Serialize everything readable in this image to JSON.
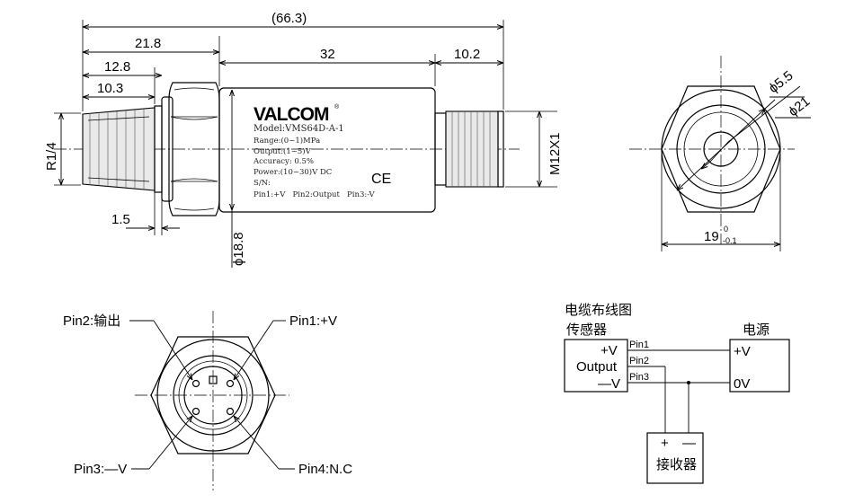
{
  "dimensions": {
    "overall_length": "(66.3)",
    "thread_to_hex_end": "21.8",
    "thread_to_hex_start": "12.8",
    "thread_length": "10.3",
    "body_length": "32",
    "connector_length": "10.2",
    "groove": "1.5",
    "thread_spec": "R1/4",
    "connector_thread": "M12X1",
    "body_diameter": "ϕ18.8",
    "inner_diameter": "ϕ5.5",
    "outer_diameter": "ϕ21",
    "hex_size": "19",
    "hex_tol_upper": "0",
    "hex_tol_lower": "-0.1"
  },
  "nameplate": {
    "brand": "VALCOM",
    "trademark": "®",
    "model": "Model:VMS64D-A-1",
    "range": "Range:(0~1)MPa",
    "output": "Output:(1~5)V",
    "accuracy": "Accuracy: 0.5%",
    "power": "Power:(10~30)V DC",
    "serial": "S/N:",
    "pins": "Pin1:+V   Pin2:Output   Pin3:-V",
    "ce_mark": "CE"
  },
  "connector_view": {
    "pin2": "Pin2:输出",
    "pin1": "Pin1:+V",
    "pin3": "Pin3:—V",
    "pin4": "Pin4:N.C"
  },
  "wiring": {
    "title": "电缆布线图",
    "sensor_label": "传感器",
    "power_label": "电源",
    "sensor_plus": "+V",
    "sensor_output": "Output",
    "sensor_minus": "—V",
    "pin1": "Pin1",
    "pin2": "Pin2",
    "pin3": "Pin3",
    "power_plus": "+V",
    "power_zero": "0V",
    "receiver_plus": "+",
    "receiver_minus": "—",
    "receiver_label": "接收器"
  }
}
